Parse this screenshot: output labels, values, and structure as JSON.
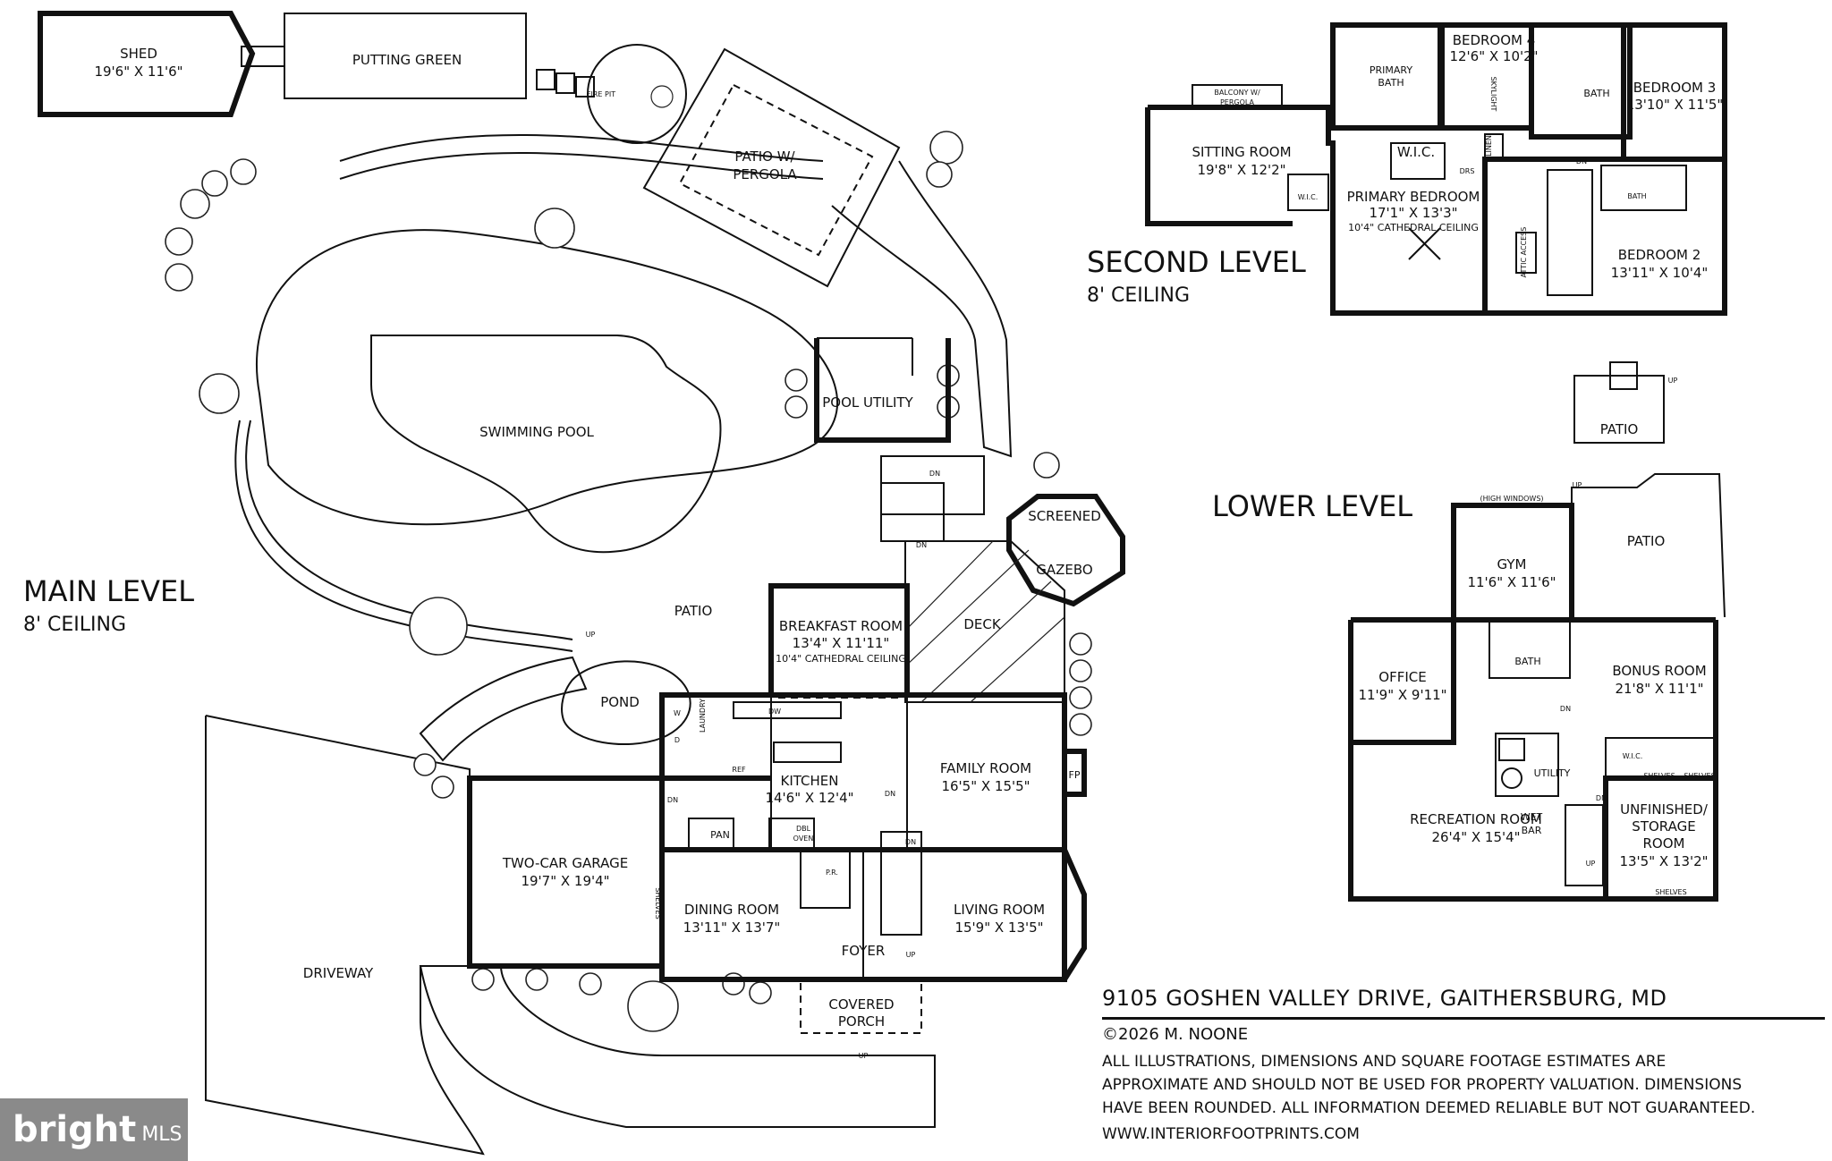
{
  "levels": {
    "main": {
      "title": "MAIN LEVEL",
      "ceiling": "8' CEILING"
    },
    "second": {
      "title": "SECOND LEVEL",
      "ceiling": "8' CEILING"
    },
    "lower": {
      "title": "LOWER LEVEL"
    }
  },
  "main_rooms": {
    "shed": {
      "name": "SHED",
      "dim": "19'6\" X 11'6\""
    },
    "putting_green": {
      "name": "PUTTING GREEN"
    },
    "fire_pit": {
      "name": "FIRE PIT"
    },
    "patio_pergola": {
      "line1": "PATIO W/",
      "line2": "PERGOLA"
    },
    "swimming_pool": {
      "name": "SWIMMING POOL"
    },
    "pool_utility": {
      "name": "POOL UTILITY"
    },
    "screened_gazebo": {
      "line1": "SCREENED",
      "line2": "GAZEBO"
    },
    "patio": {
      "name": "PATIO"
    },
    "breakfast_room": {
      "name": "BREAKFAST ROOM",
      "dim": "13'4\" X 11'11\"",
      "note": "10'4\" CATHEDRAL CEILING"
    },
    "deck": {
      "name": "DECK"
    },
    "pond": {
      "name": "POND"
    },
    "laundry": {
      "name": "LAUNDRY"
    },
    "washer": {
      "name": "W"
    },
    "dryer": {
      "name": "D"
    },
    "ref": {
      "name": "REF"
    },
    "dw": {
      "name": "DW"
    },
    "kitchen": {
      "name": "KITCHEN",
      "dim": "14'6\" X 12'4\""
    },
    "family_room": {
      "name": "FAMILY ROOM",
      "dim": "16'5\" X 15'5\""
    },
    "fp": {
      "name": "FP"
    },
    "pan": {
      "name": "PAN"
    },
    "dbl_oven": {
      "line1": "DBL",
      "line2": "OVEN"
    },
    "pr": {
      "name": "P.R."
    },
    "two_car_garage": {
      "name": "TWO-CAR GARAGE",
      "dim": "19'7\" X 19'4\""
    },
    "shelves": {
      "name": "SHELVES"
    },
    "dining_room": {
      "name": "DINING ROOM",
      "dim": "13'11\" X 13'7\""
    },
    "living_room": {
      "name": "LIVING ROOM",
      "dim": "15'9\" X 13'5\""
    },
    "foyer": {
      "name": "FOYER"
    },
    "covered_porch": {
      "line1": "COVERED",
      "line2": "PORCH"
    },
    "driveway": {
      "name": "DRIVEWAY"
    }
  },
  "second_rooms": {
    "balcony": {
      "line1": "BALCONY W/",
      "line2": "PERGOLA"
    },
    "sitting_room": {
      "name": "SITTING ROOM",
      "dim": "19'8\" X 12'2\""
    },
    "wic": {
      "name": "W.I.C."
    },
    "primary_bath": {
      "line1": "PRIMARY",
      "line2": "BATH"
    },
    "bedroom4": {
      "name": "BEDROOM 4",
      "dim": "12'6\" X 10'2\""
    },
    "skylight": {
      "name": "SKYLIGHT"
    },
    "linen": {
      "name": "LINEN"
    },
    "drs": {
      "name": "DRS"
    },
    "primary_bedroom": {
      "name": "PRIMARY BEDROOM",
      "dim": "17'1\" X 13'3\"",
      "note": "10'4\" CATHEDRAL CEILING"
    },
    "bath": {
      "name": "BATH"
    },
    "bedroom3": {
      "name": "BEDROOM 3",
      "dim": "13'10\" X 11'5\""
    },
    "attic_access": {
      "name": "ATTIC ACCESS"
    },
    "bedroom2": {
      "name": "BEDROOM 2",
      "dim": "13'11\" X 10'4\""
    }
  },
  "lower_rooms": {
    "patio_top": {
      "name": "PATIO"
    },
    "patio_right": {
      "name": "PATIO"
    },
    "high_windows": {
      "name": "(HIGH WINDOWS)"
    },
    "gym": {
      "name": "GYM",
      "dim": "11'6\" X 11'6\""
    },
    "office": {
      "name": "OFFICE",
      "dim": "11'9\" X 9'11\""
    },
    "bath": {
      "name": "BATH"
    },
    "bonus_room": {
      "name": "BONUS ROOM",
      "dim": "21'8\" X 11'1\""
    },
    "utility": {
      "name": "UTILITY"
    },
    "wic": {
      "name": "W.I.C."
    },
    "shelves": {
      "name": "SHELVES"
    },
    "recreation_room": {
      "name": "RECREATION ROOM",
      "dim": "26'4\" X 15'4\""
    },
    "wet_bar": {
      "line1": "WET",
      "line2": "BAR"
    },
    "unfinished_storage": {
      "line1": "UNFINISHED/",
      "line2": "STORAGE",
      "line3": "ROOM",
      "dim": "13'5\" X 13'2\""
    }
  },
  "stair_labels": {
    "up": "UP",
    "dn": "DN"
  },
  "info": {
    "address": "9105 GOSHEN VALLEY DRIVE, GAITHERSBURG, MD",
    "copyright": "©2026 M. NOONE",
    "disclaimer": "ALL ILLUSTRATIONS, DIMENSIONS AND SQUARE FOOTAGE ESTIMATES ARE\nAPPROXIMATE AND  SHOULD NOT BE USED FOR PROPERTY VALUATION. DIMENSIONS\nHAVE BEEN ROUNDED. ALL INFORMATION DEEMED RELIABLE BUT NOT GUARANTEED.",
    "website": "WWW.INTERIORFOOTPRINTS.COM"
  },
  "logo": {
    "word": "bright",
    "suffix": "MLS",
    "color": "#8a8a8a"
  }
}
